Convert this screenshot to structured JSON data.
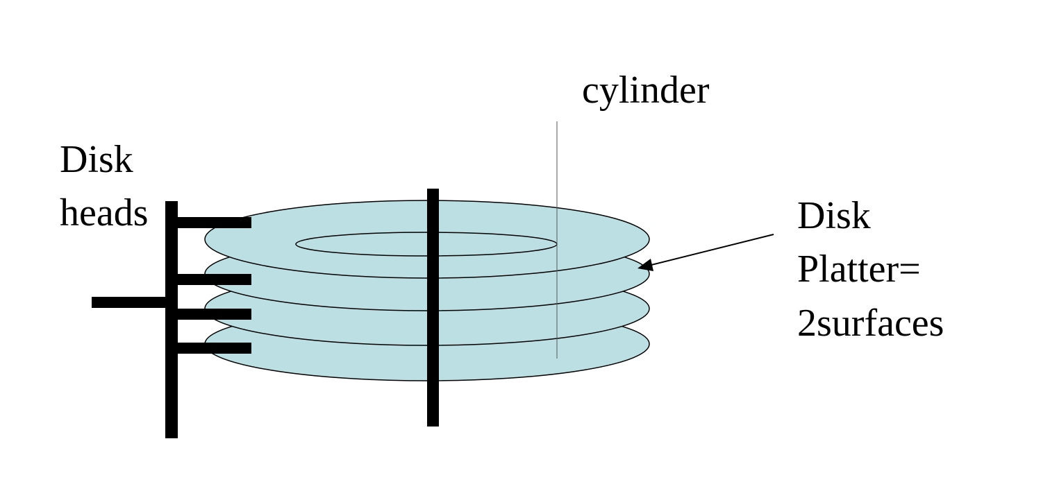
{
  "labels": {
    "cylinder": "cylinder",
    "disk_heads": [
      "Disk",
      "heads"
    ],
    "disk_platter": [
      "Disk",
      "Platter=",
      "2surfaces"
    ]
  },
  "colors": {
    "platter_fill": "#bcdfe3",
    "outline": "#000000",
    "background": "#ffffff"
  },
  "platter_count": 4,
  "head_count": 4
}
